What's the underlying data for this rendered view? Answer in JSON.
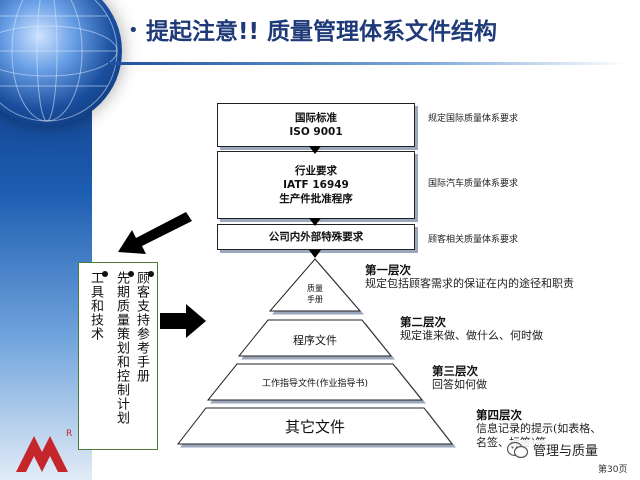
{
  "title": "提起注意!!  质量管理体系文件结构",
  "title_bullet": "•",
  "boxes": {
    "iso_line1": "国际标准",
    "iso_line2": "ISO 9001",
    "iatf_line1": "行业要求",
    "iatf_line2": "IATF 16949",
    "iatf_line3": "生产件批准程序",
    "cust": "公司内外部特殊要求"
  },
  "notes": {
    "iso": "规定国际质量体系要求",
    "iatf": "国际汽车质量体系要求",
    "cust": "顾客相关质量体系要求"
  },
  "tools": {
    "col1": "顾客支持参考手册",
    "col2": "先期质量策划和控制计划",
    "col3": "工具和技术"
  },
  "pyramid": {
    "tier1_line1": "质量",
    "tier1_line2": "手册",
    "tier2": "程序文件",
    "tier3": "工作指导文件(作业指导书)",
    "tier4": "其它文件"
  },
  "levels": {
    "l1_title": "第一层次",
    "l1_desc": "规定包括顾客需求的保证在内的途径和职责",
    "l2_title": "第二层次",
    "l2_desc": "规定谁来做、做什么、何时做",
    "l3_title": "第三层次",
    "l3_desc": "回答如何做",
    "l4_title": "第四层次",
    "l4_desc1": "信息记录的提示(如表格、",
    "l4_desc2": "名签、标签)等"
  },
  "logo_mark": "R",
  "watermark": "管理与质量",
  "page_number": "第30页",
  "colors": {
    "title": "#1f3a78",
    "sidebar": "#1d5db1",
    "panel_border": "#4b7a3b",
    "arrow": "#000000"
  }
}
